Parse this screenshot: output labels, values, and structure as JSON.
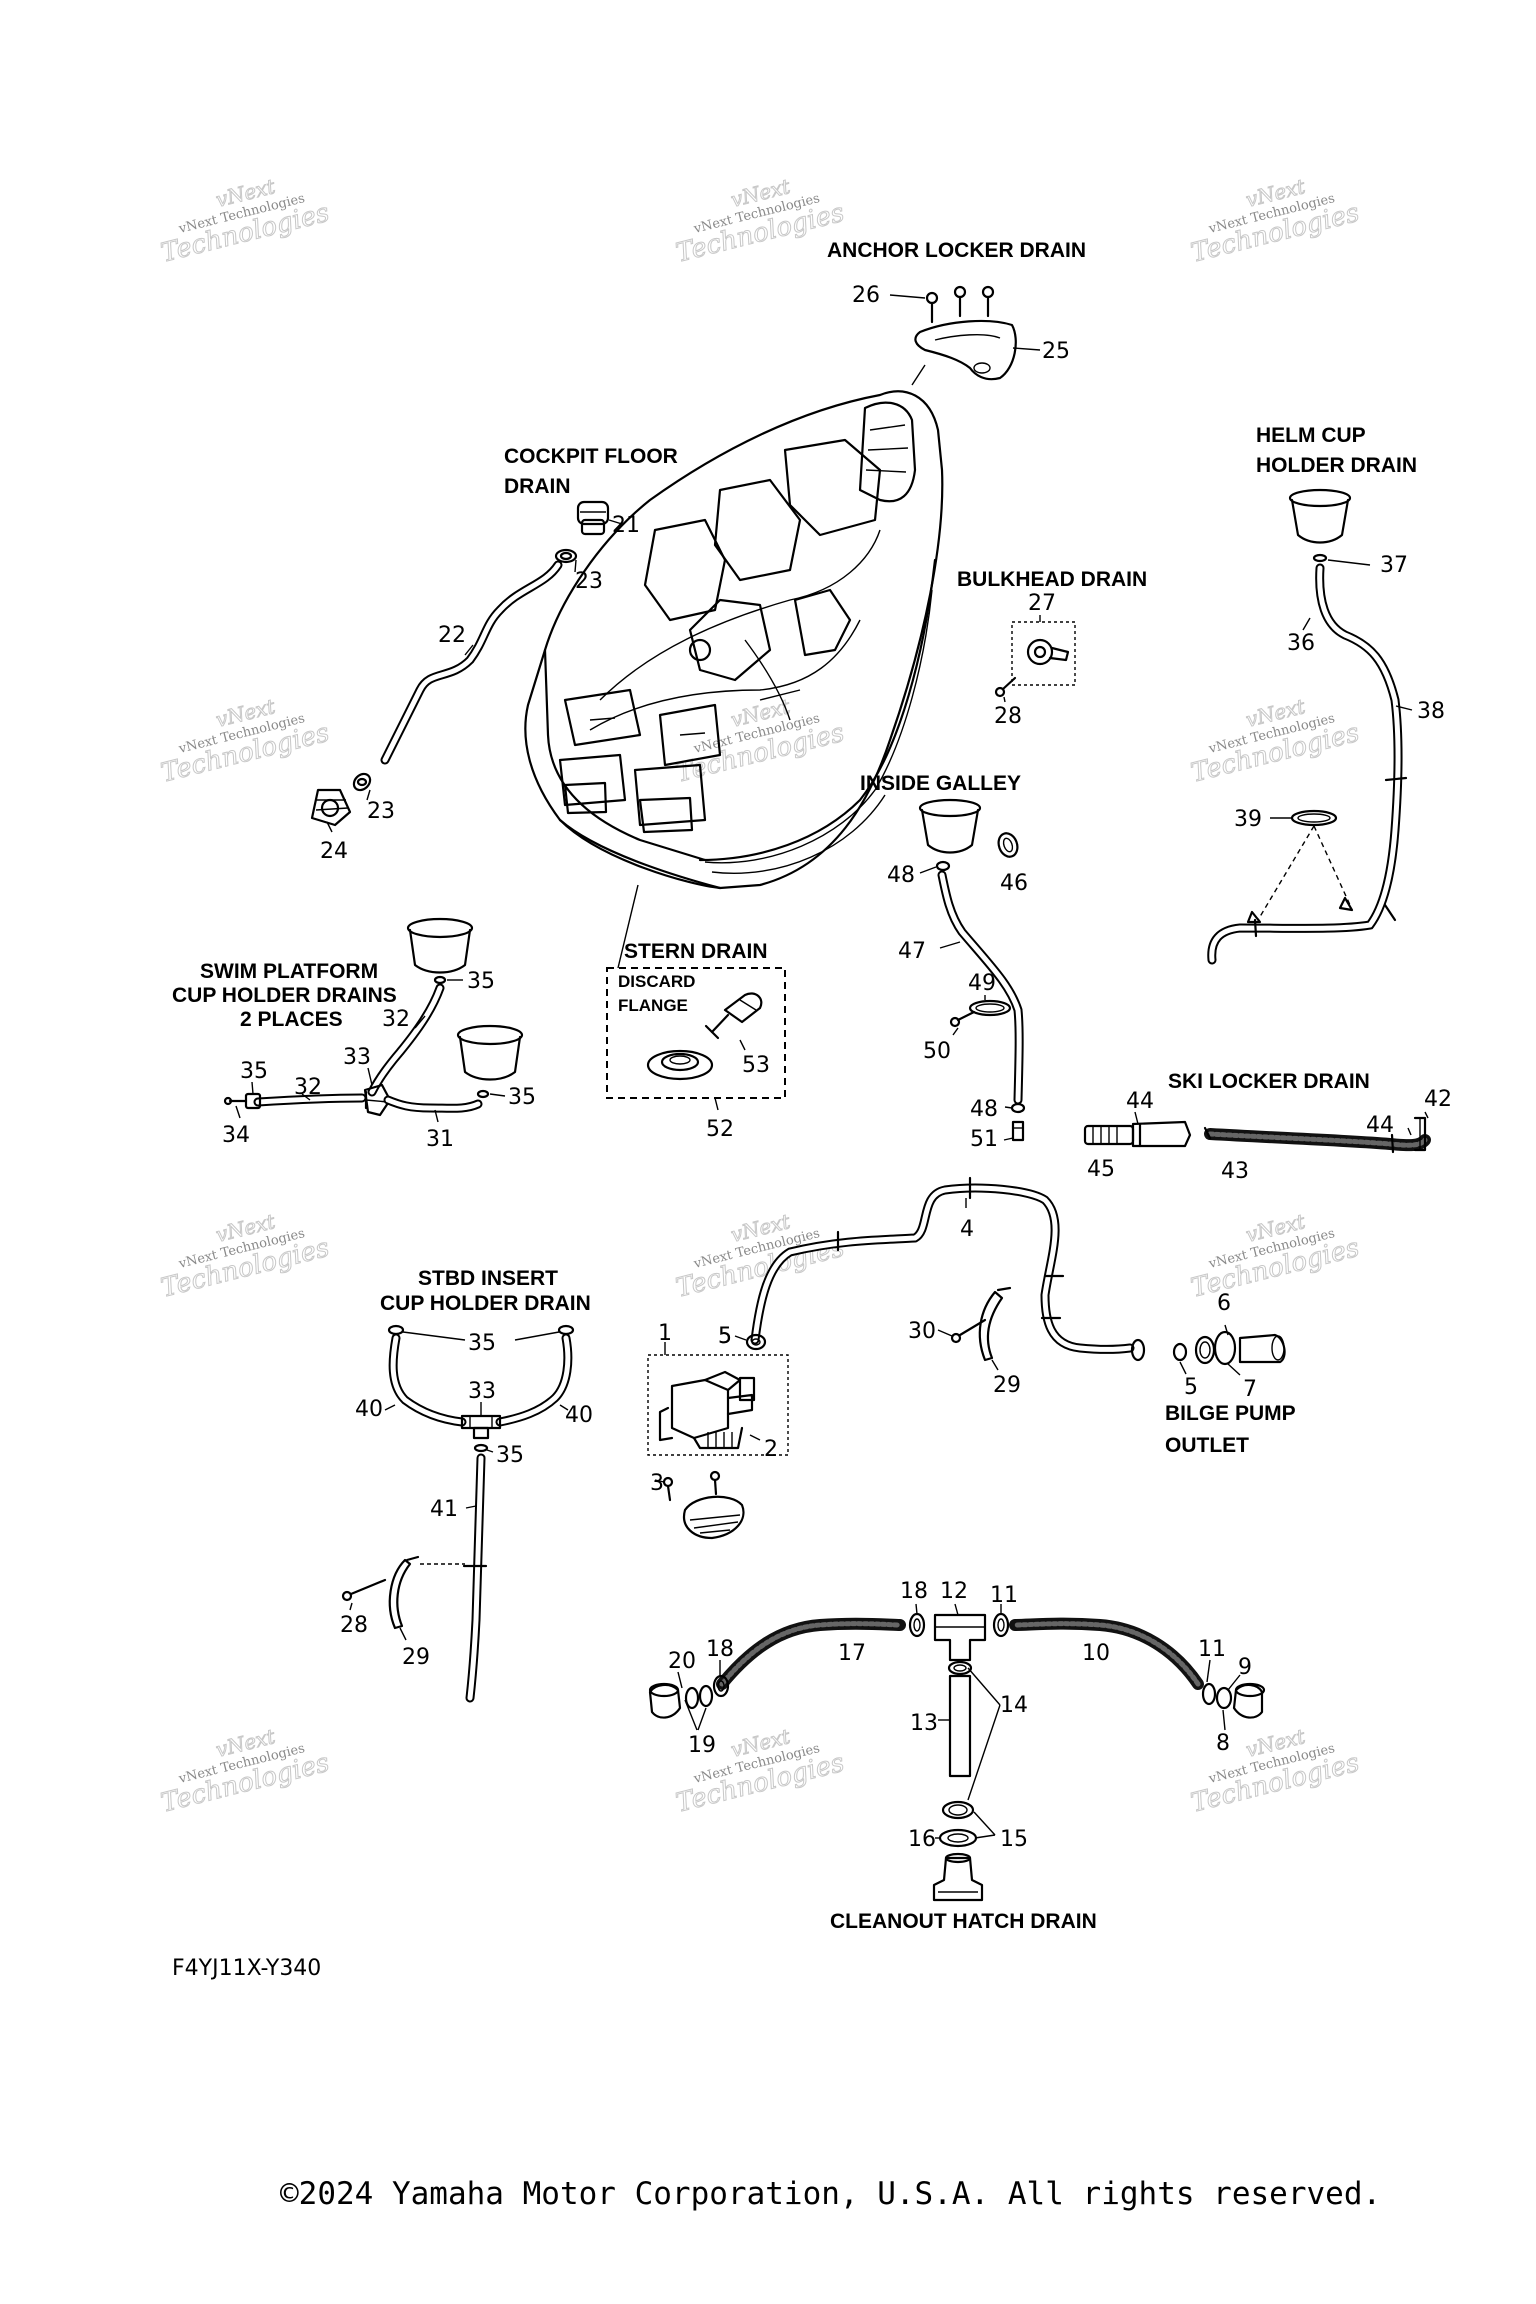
{
  "figure_code": "F4YJ11X-Y340",
  "copyright": "©2024 Yamaha Motor Corporation, U.S.A. All rights reserved.",
  "watermark": {
    "line1": "vNext Technologies",
    "line2": "vNext",
    "line3": "Technologies"
  },
  "sections": {
    "anchor_locker_drain": "ANCHOR LOCKER DRAIN",
    "cockpit_floor_drain_1": "COCKPIT FLOOR",
    "cockpit_floor_drain_2": "DRAIN",
    "helm_cup_1": "HELM CUP",
    "helm_cup_2": "HOLDER DRAIN",
    "bulkhead_drain": "BULKHEAD DRAIN",
    "inside_galley": "INSIDE GALLEY",
    "swim_platform_1": "SWIM PLATFORM",
    "swim_platform_2": "CUP HOLDER DRAINS",
    "swim_platform_3": "2 PLACES",
    "stern_drain": "STERN DRAIN",
    "discard_1": "DISCARD",
    "discard_2": "FLANGE",
    "ski_locker_drain": "SKI LOCKER DRAIN",
    "stbd_insert_1": "STBD INSERT",
    "stbd_insert_2": "CUP HOLDER DRAIN",
    "bilge_pump_1": "BILGE PUMP",
    "bilge_pump_2": "OUTLET",
    "cleanout_hatch_drain": "CLEANOUT HATCH DRAIN"
  },
  "callouts": [
    "26",
    "25",
    "21",
    "23",
    "22",
    "23",
    "24",
    "27",
    "28",
    "37",
    "36",
    "38",
    "39",
    "48",
    "46",
    "47",
    "49",
    "50",
    "48",
    "51",
    "35",
    "32",
    "33",
    "35",
    "32",
    "35",
    "34",
    "31",
    "53",
    "52",
    "44",
    "42",
    "44",
    "45",
    "43",
    "4",
    "6",
    "30",
    "29",
    "5",
    "5",
    "7",
    "1",
    "5",
    "2",
    "3",
    "35",
    "33",
    "40",
    "40",
    "35",
    "41",
    "28",
    "29",
    "18",
    "12",
    "11",
    "17",
    "10",
    "20",
    "18",
    "11",
    "9",
    "8",
    "19",
    "13",
    "14",
    "16",
    "15"
  ]
}
